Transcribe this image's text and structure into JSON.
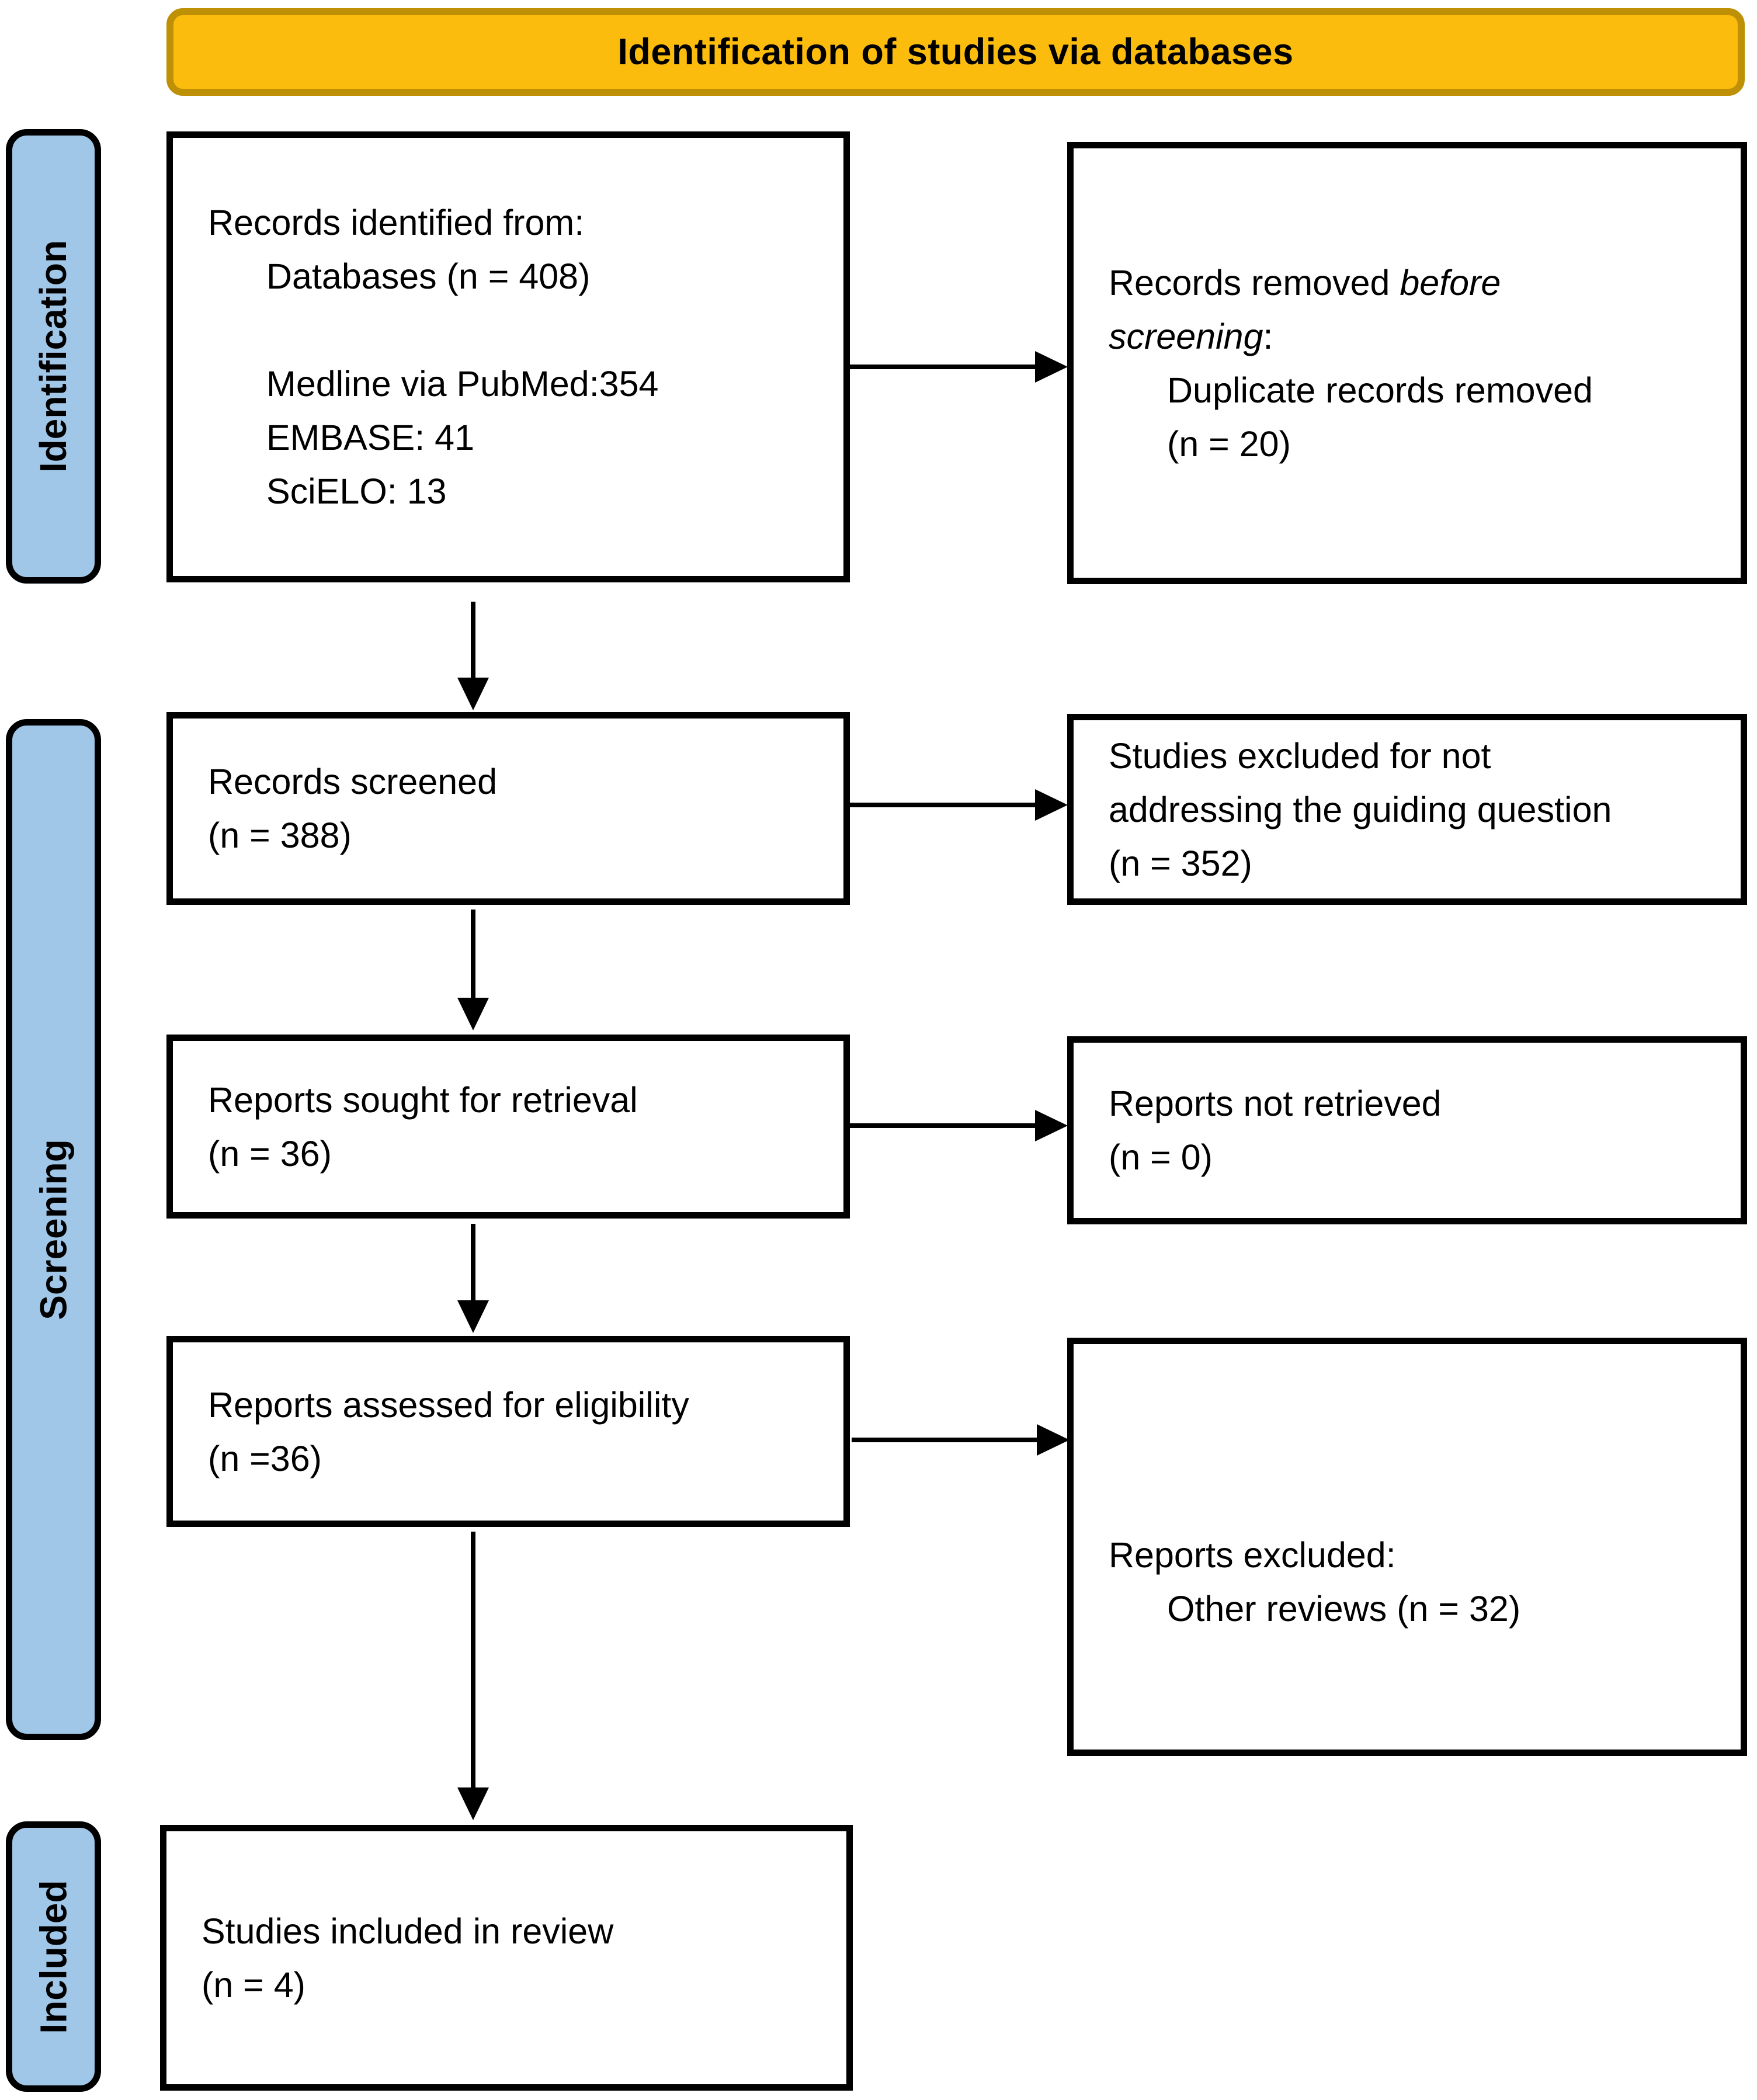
{
  "title": "Identification of studies via databases",
  "colors": {
    "banner_fill": "#FBBC0D",
    "banner_border": "#BD9005",
    "sidebar_fill": "#A0C6E8",
    "box_border": "#000000",
    "text": "#000000"
  },
  "sidebar": {
    "identification": "Identification",
    "screening": "Screening",
    "included": "Included"
  },
  "boxes": {
    "records_identified": {
      "lines": [
        [
          {
            "t": "Records identified from:"
          }
        ],
        [
          {
            "t": "Databases (n = 408)",
            "ind": 1
          }
        ],
        [
          {
            "t": ""
          }
        ],
        [
          {
            "t": "Medline via PubMed:354",
            "ind": 1
          }
        ],
        [
          {
            "t": "EMBASE: 41",
            "ind": 1
          }
        ],
        [
          {
            "t": "SciELO: 13",
            "ind": 1
          }
        ]
      ]
    },
    "records_removed": {
      "lines": [
        [
          {
            "t": "Records removed "
          },
          {
            "t": "before",
            "i": 1
          }
        ],
        [
          {
            "t": "screening",
            "i": 1
          },
          {
            "t": ":"
          }
        ],
        [
          {
            "t": "Duplicate records removed",
            "ind": 1
          }
        ],
        [
          {
            "t": "(n = 20)",
            "ind": 1
          }
        ]
      ]
    },
    "records_screened": {
      "lines": [
        [
          {
            "t": "Records screened"
          }
        ],
        [
          {
            "t": "(n = 388)"
          }
        ]
      ]
    },
    "studies_excluded": {
      "lines": [
        [
          {
            "t": "Studies excluded for not"
          }
        ],
        [
          {
            "t": "addressing the guiding question"
          }
        ],
        [
          {
            "t": "(n = 352)"
          }
        ]
      ]
    },
    "reports_sought": {
      "lines": [
        [
          {
            "t": "Reports sought for retrieval"
          }
        ],
        [
          {
            "t": "(n = 36)"
          }
        ]
      ]
    },
    "reports_not_retrieved": {
      "lines": [
        [
          {
            "t": "Reports not retrieved"
          }
        ],
        [
          {
            "t": "(n = 0)"
          }
        ]
      ]
    },
    "reports_assessed": {
      "lines": [
        [
          {
            "t": "Reports assessed for eligibility"
          }
        ],
        [
          {
            "t": "(n =36)"
          }
        ]
      ]
    },
    "reports_excluded": {
      "lines": [
        [
          {
            "t": "Reports excluded:"
          }
        ],
        [
          {
            "t": "Other reviews (n = 32)",
            "ind": 1
          }
        ]
      ]
    },
    "studies_included": {
      "lines": [
        [
          {
            "t": "Studies included in review"
          }
        ],
        [
          {
            "t": "(n = 4)"
          }
        ]
      ]
    }
  }
}
